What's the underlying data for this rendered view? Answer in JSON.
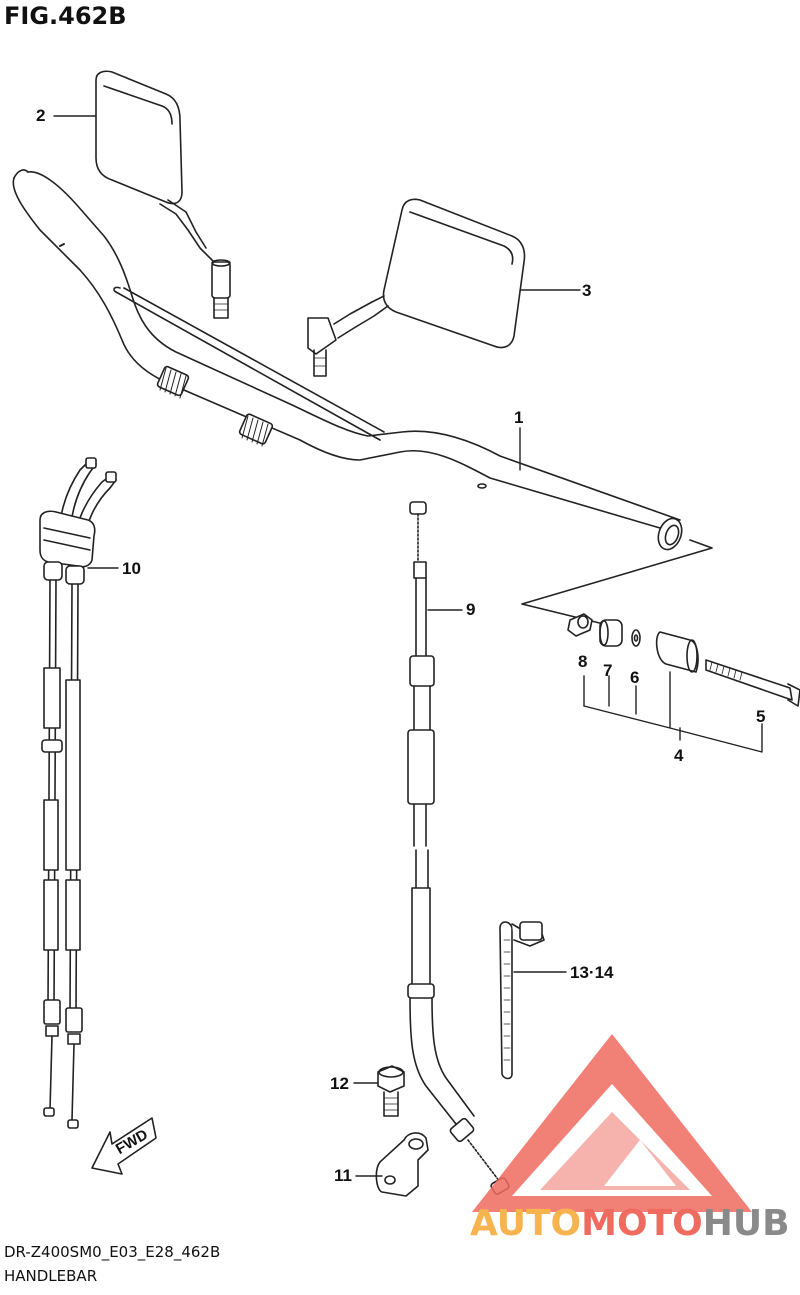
{
  "figure": {
    "title": "FIG.462B"
  },
  "callouts": {
    "c1": "1",
    "c2": "2",
    "c3": "3",
    "c4": "4",
    "c5": "5",
    "c6": "6",
    "c7": "7",
    "c8": "8",
    "c9": "9",
    "c10": "10",
    "c11": "11",
    "c12": "12",
    "c13_14": "13·14"
  },
  "fwd_label": "FWD",
  "footer": {
    "code": "DR-Z400SM0_E03_E28_462B",
    "name": "HANDLEBAR"
  },
  "watermark": {
    "part1": "AUTO",
    "part2": "MOTO",
    "part3": "HUB"
  },
  "colors": {
    "line": "#222222",
    "watermark_red": "#ef6b5f",
    "watermark_orange": "#f6b34e",
    "watermark_grey": "#8a8a8a"
  }
}
